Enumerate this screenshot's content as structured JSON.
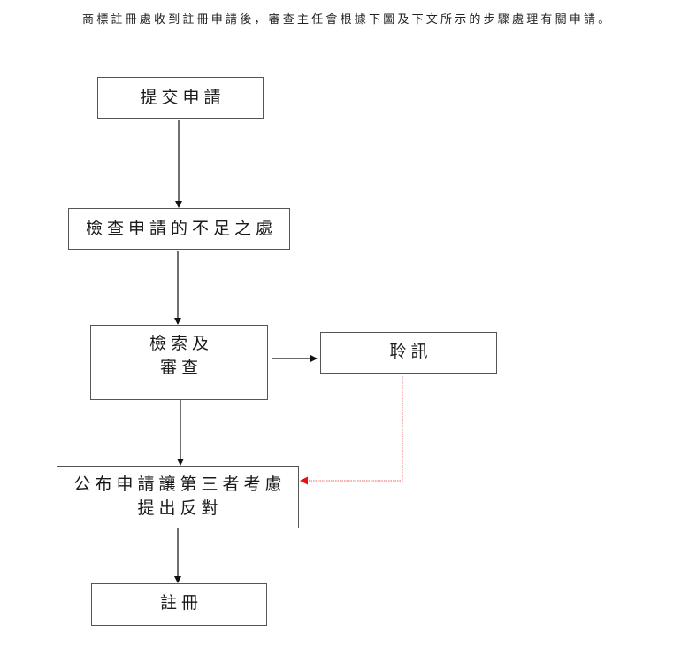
{
  "intro": {
    "text": "商標註冊處收到註冊申請後，審查主任會根據下圖及下文所示的步驟處理有關申請。"
  },
  "flowchart": {
    "nodes": {
      "submit": "提交申請",
      "check": "檢查申請的不足之處",
      "search": "檢索及\n審查",
      "hearing": "聆訊",
      "publish": "公布申請讓第三者考慮\n提出反對",
      "register": "註冊"
    },
    "edges": [
      {
        "from": "submit",
        "to": "check",
        "style": "solid"
      },
      {
        "from": "check",
        "to": "search",
        "style": "solid"
      },
      {
        "from": "search",
        "to": "hearing",
        "style": "solid"
      },
      {
        "from": "search",
        "to": "publish",
        "style": "solid"
      },
      {
        "from": "hearing",
        "to": "publish",
        "style": "dotted"
      },
      {
        "from": "publish",
        "to": "register",
        "style": "solid"
      }
    ],
    "colors": {
      "box_border": "#555555",
      "arrow": "#111111",
      "dotted_arrow": "#e8100f"
    }
  }
}
